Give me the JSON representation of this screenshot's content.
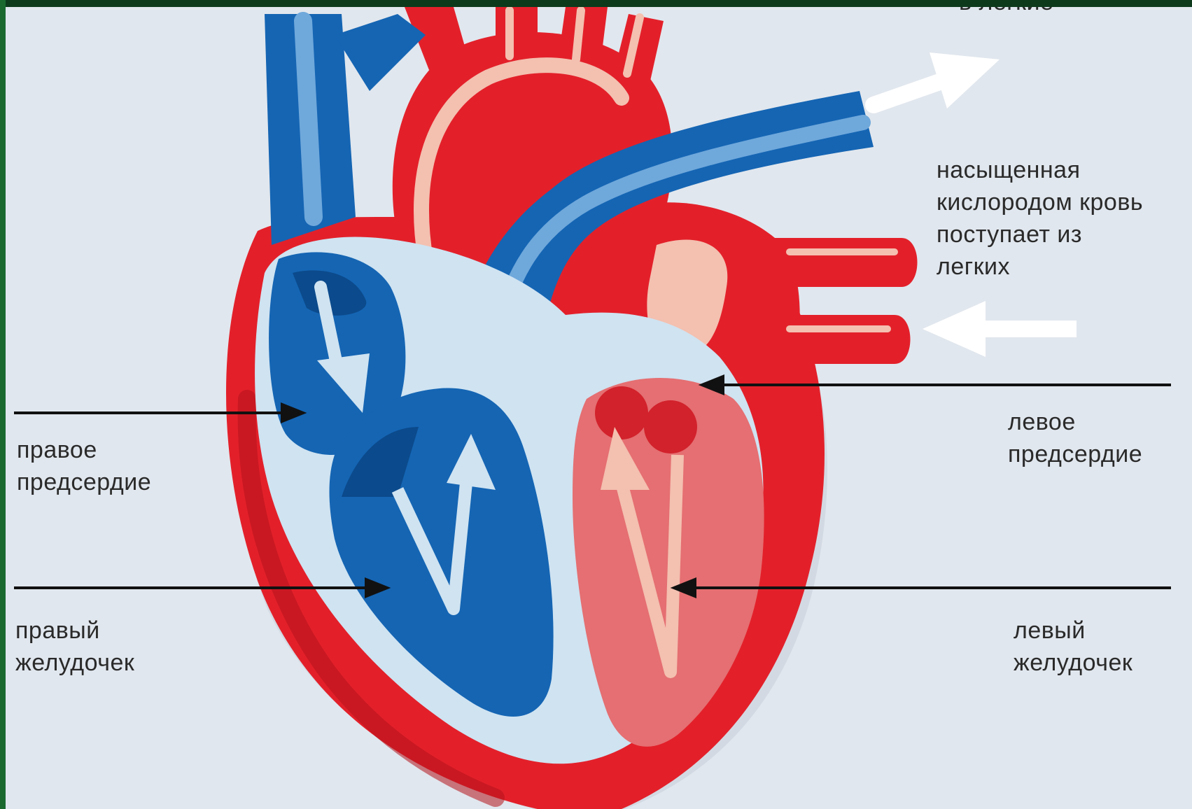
{
  "labels": {
    "top_cut": "в легкие",
    "oxygenated": "насыщенная\nкислородом кровь\nпоступает из\nлегких",
    "left_atrium": "левое\nпредсердие",
    "right_atrium": "правое\nпредсердие",
    "right_ventricle": "правый\nжелудочек",
    "left_ventricle": "левый\nжелудочек"
  },
  "colors": {
    "background": "#e1e7ee",
    "frame": "#0f4a22",
    "deoxygenated_blue": "#1565b3",
    "oxygenated_red": "#e3202a",
    "pale_blue": "#cfe3f1",
    "pale_pink": "#f4c0b0"
  }
}
